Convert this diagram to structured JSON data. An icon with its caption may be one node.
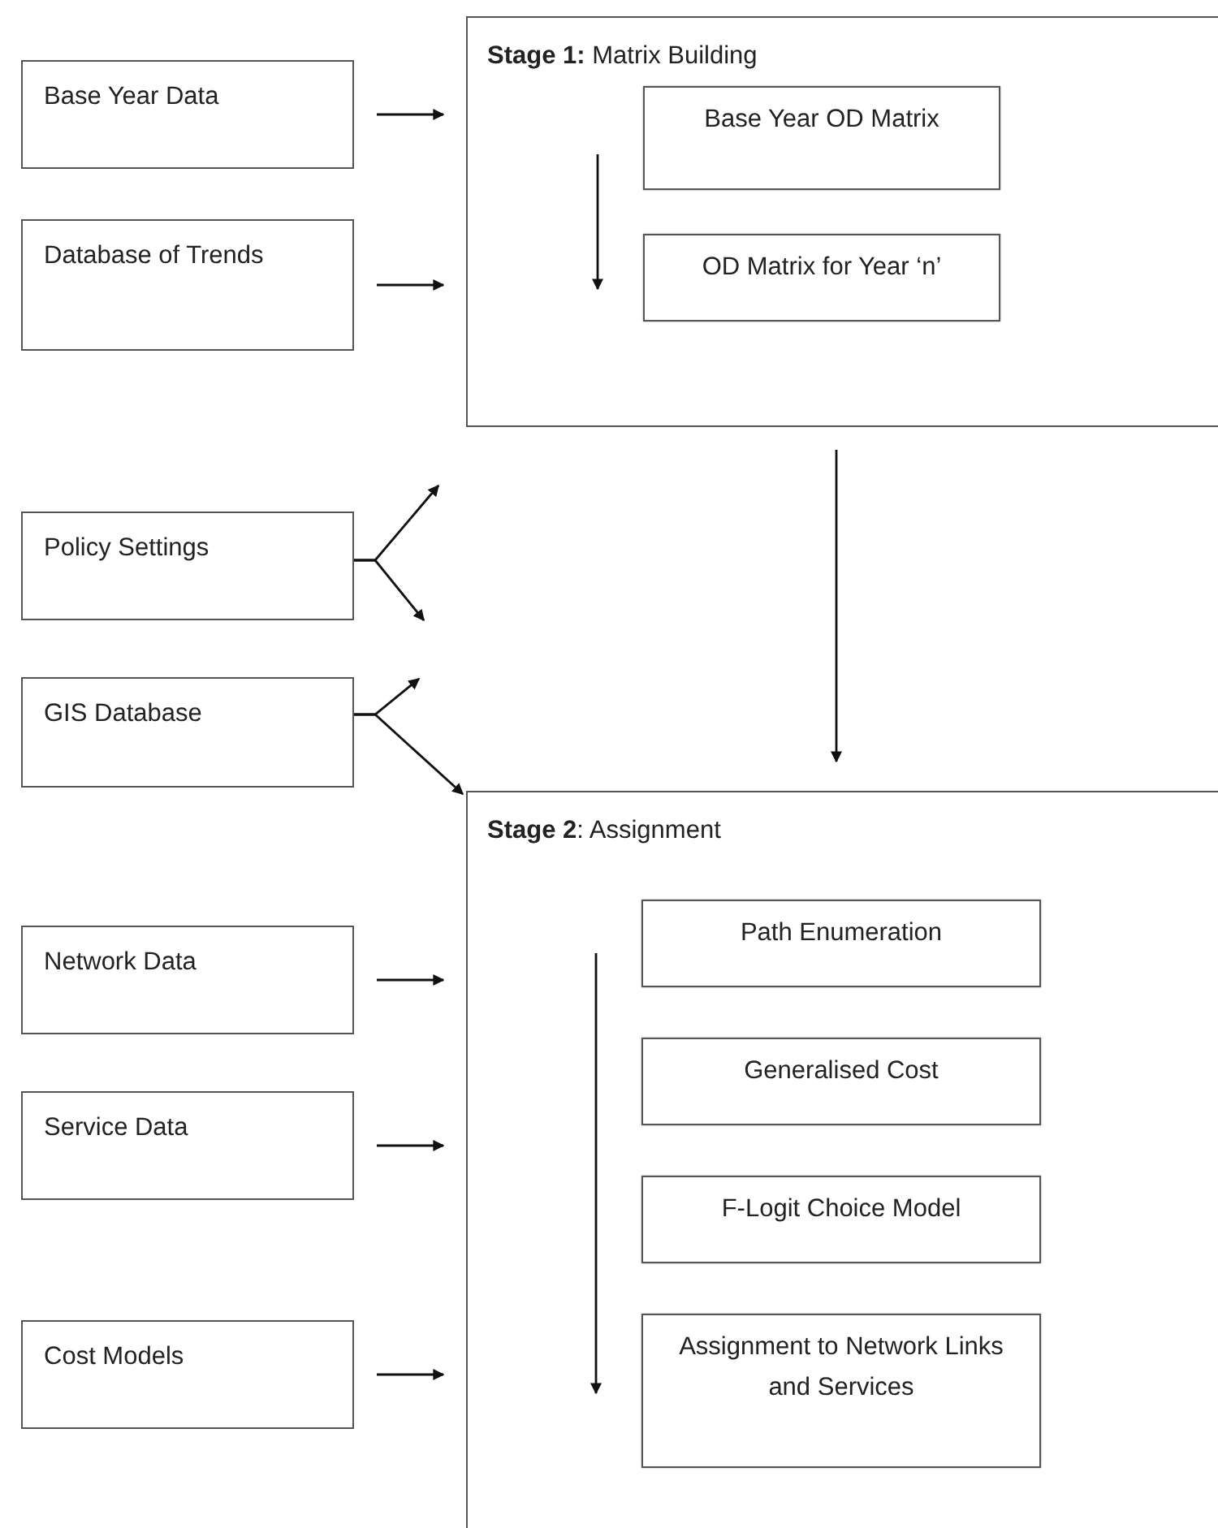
{
  "diagram": {
    "nodes": [
      {
        "text": [
          "Base Year Data"
        ]
      },
      {
        "text": [
          "Database of Trends"
        ]
      },
      {
        "text": [
          "**Stage 1:** Matrix Building"
        ]
      },
      {
        "text": [
          "Base Year OD Matrix"
        ],
        "in": 2
      },
      {
        "text": [
          "OD Matrix for Year ‘n’"
        ],
        "in": 2
      },
      {
        "text": [
          "Policy Settings"
        ]
      },
      {
        "text": [
          "GIS Database"
        ]
      },
      {
        "text": [
          "**Stage 2**: Assignment"
        ]
      },
      {
        "text": [
          "Path Enumeration"
        ],
        "in": 7
      },
      {
        "text": [
          "Generalised Cost"
        ],
        "in": 7
      },
      {
        "text": [
          "F-Logit Choice Model"
        ],
        "in": 7
      },
      {
        "text": [
          "Assignment to Network Links and Services"
        ],
        "in": 7
      },
      {
        "text": [
          "Network Data"
        ]
      },
      {
        "text": [
          "Service Data"
        ]
      },
      {
        "text": [
          "Cost Models"
        ]
      }
    ],
    "edges": [
      {
        "from": 0,
        "to": 2,
        "arrow": "to"
      },
      {
        "from": 1,
        "to": 2,
        "arrow": "to"
      },
      {
        "from": 2,
        "to": 7,
        "arrow": "to"
      },
      {
        "from": 5,
        "to": null,
        "arrow": "to"
      },
      {
        "from": 5,
        "to": null,
        "arrow": "to"
      },
      {
        "from": 6,
        "to": null,
        "arrow": "to"
      },
      {
        "from": 6,
        "to": 7,
        "arrow": "to"
      },
      {
        "from": 12,
        "to": 7,
        "arrow": "to"
      },
      {
        "from": 13,
        "to": 7,
        "arrow": "to"
      },
      {
        "from": 14,
        "to": 7,
        "arrow": "to"
      }
    ]
  }
}
